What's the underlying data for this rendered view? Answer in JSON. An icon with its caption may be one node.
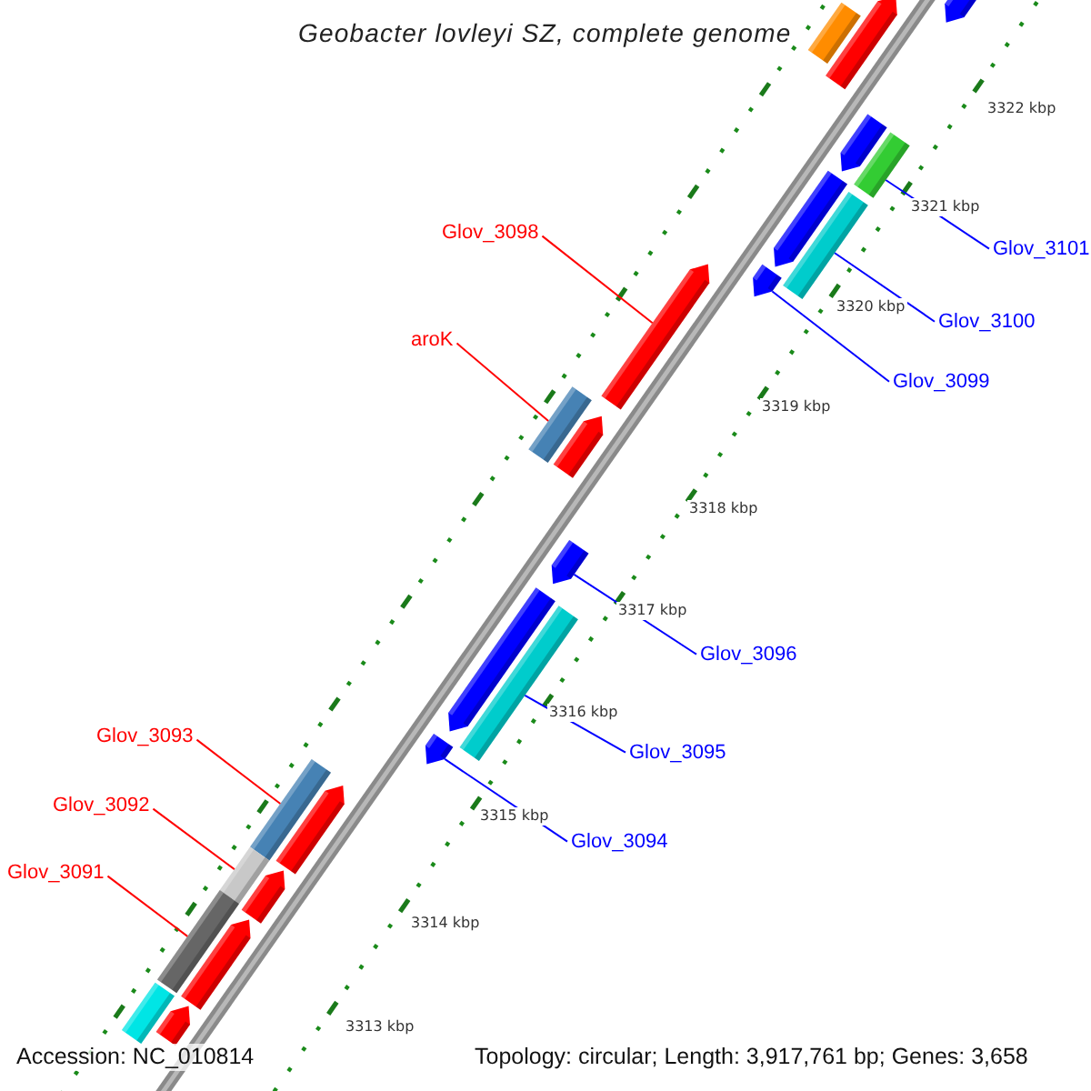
{
  "diagram": {
    "title": "Geobacter lovleyi SZ, complete genome",
    "nodes": [
      {
        "text": [
          "Glov_3098"
        ]
      },
      {
        "text": [
          "Glov_3101"
        ]
      },
      {
        "text": [
          "Glov_3100"
        ]
      },
      {
        "text": [
          "aroK"
        ]
      },
      {
        "text": [
          "Glov_3099"
        ]
      },
      {
        "text": [
          "Glov_3096"
        ]
      },
      {
        "text": [
          "Glov_3095"
        ]
      },
      {
        "text": [
          "Glov_3093"
        ]
      },
      {
        "text": [
          "Glov_3092"
        ]
      },
      {
        "text": [
          "Glov_3094"
        ]
      },
      {
        "text": [
          "Glov_3091"
        ]
      },
      {
        "text": [],
        "shape": "bar"
      },
      {
        "text": [],
        "shape": "bar"
      },
      {
        "text": [],
        "shape": "bar"
      },
      {
        "text": [],
        "shape": "bar"
      },
      {
        "text": [],
        "shape": "bar"
      },
      {
        "text": [],
        "shape": "bar"
      },
      {
        "text": [],
        "shape": "bar"
      },
      {
        "text": [],
        "shape": "bar"
      },
      {
        "text": [],
        "shape": "bar"
      },
      {
        "text": [],
        "shape": "bar"
      },
      {
        "text": [],
        "shape": "bar"
      },
      {
        "text": [],
        "shape": "bar"
      },
      {
        "text": [],
        "shape": "bar"
      },
      {
        "text": [],
        "shape": "bar"
      },
      {
        "text": [],
        "shape": "bar"
      },
      {
        "text": [],
        "shape": "bar"
      },
      {
        "text": [],
        "shape": "bar"
      },
      {
        "text": [],
        "shape": "bar"
      },
      {
        "text": [],
        "shape": "bar"
      },
      {
        "text": [],
        "shape": "bar"
      },
      {
        "text": [],
        "shape": "bar"
      },
      {
        "text": [],
        "shape": "bar"
      },
      {
        "text": [],
        "shape": "bar"
      }
    ],
    "edges": [
      {
        "from": 0,
        "to": 19,
        "arrow": "none",
        "color": "#ff0000"
      },
      {
        "from": 1,
        "to": 15,
        "arrow": "none"
      },
      {
        "from": 2,
        "to": 17,
        "arrow": "none"
      },
      {
        "from": 3,
        "to": 20,
        "arrow": "none",
        "color": "#ff0000"
      },
      {
        "from": 4,
        "to": 18,
        "arrow": "none"
      },
      {
        "from": 5,
        "to": 22,
        "arrow": "none"
      },
      {
        "from": 6,
        "to": 24,
        "arrow": "none"
      },
      {
        "from": 7,
        "to": 26,
        "arrow": "none",
        "color": "#ff0000"
      },
      {
        "from": 8,
        "to": 28,
        "arrow": "none",
        "color": "#ff0000"
      },
      {
        "from": 9,
        "to": 25,
        "arrow": "none"
      },
      {
        "from": 10,
        "to": 30,
        "arrow": "none",
        "color": "#ff0000"
      }
    ],
    "labels": [
      "3322 kbp",
      "3321 kbp",
      "3320 kbp",
      "3319 kbp",
      "3318 kbp",
      "3317 kbp",
      "3316 kbp",
      "3315 kbp",
      "3314 kbp",
      "3313 kbp",
      "Accession: NC_010814",
      "Topology: circular; Length: 3,917,761 bp; Genes: 3,658"
    ]
  }
}
